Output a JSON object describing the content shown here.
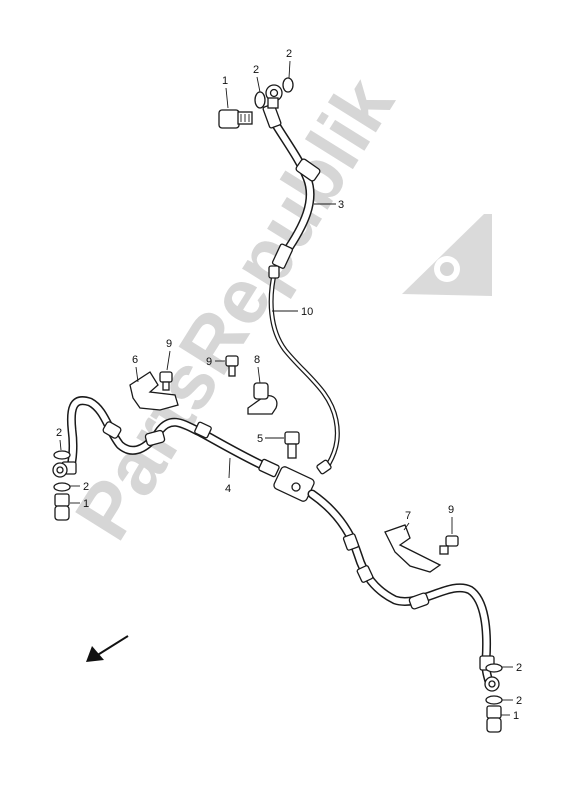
{
  "watermark": {
    "text": "PartsRepublik",
    "color": "#d6d6d6",
    "icon": "gear-icon"
  },
  "callouts": [
    {
      "id": "c1a",
      "text": "1"
    },
    {
      "id": "c2a",
      "text": "2"
    },
    {
      "id": "c2b",
      "text": "2"
    },
    {
      "id": "c3",
      "text": "3"
    },
    {
      "id": "c10",
      "text": "10"
    },
    {
      "id": "c8",
      "text": "8"
    },
    {
      "id": "c9a",
      "text": "9"
    },
    {
      "id": "c6",
      "text": "6"
    },
    {
      "id": "c9b",
      "text": "9"
    },
    {
      "id": "c5",
      "text": "5"
    },
    {
      "id": "c4",
      "text": "4"
    },
    {
      "id": "c2c",
      "text": "2"
    },
    {
      "id": "c2d",
      "text": "2"
    },
    {
      "id": "c1b",
      "text": "1"
    },
    {
      "id": "c7",
      "text": "7"
    },
    {
      "id": "c9c",
      "text": "9"
    },
    {
      "id": "c2e",
      "text": "2"
    },
    {
      "id": "c2f",
      "text": "2"
    },
    {
      "id": "c1c",
      "text": "1"
    }
  ],
  "direction_arrow": {
    "icon": "arrow-down-left-icon"
  }
}
